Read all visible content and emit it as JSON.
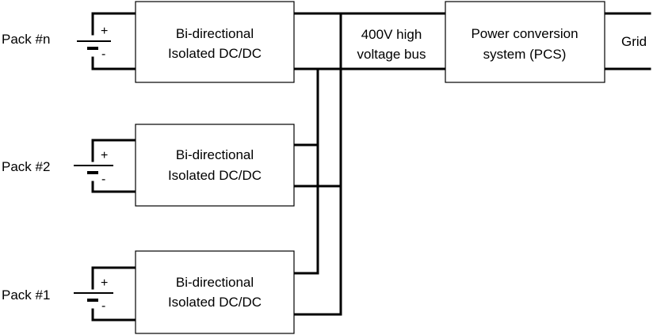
{
  "packs": [
    {
      "label": "Pack #n",
      "plus": "+",
      "minus": "-"
    },
    {
      "label": "Pack #2",
      "plus": "+",
      "minus": "-"
    },
    {
      "label": "Pack #1",
      "plus": "+",
      "minus": "-"
    }
  ],
  "converters": [
    {
      "line1": "Bi-directional",
      "line2": "Isolated DC/DC"
    },
    {
      "line1": "Bi-directional",
      "line2": "Isolated DC/DC"
    },
    {
      "line1": "Bi-directional",
      "line2": "Isolated DC/DC"
    }
  ],
  "bus": {
    "line1": "400V high",
    "line2": "voltage bus"
  },
  "pcs": {
    "line1": "Power conversion",
    "line2": "system (PCS)"
  },
  "grid": {
    "label": "Grid"
  }
}
